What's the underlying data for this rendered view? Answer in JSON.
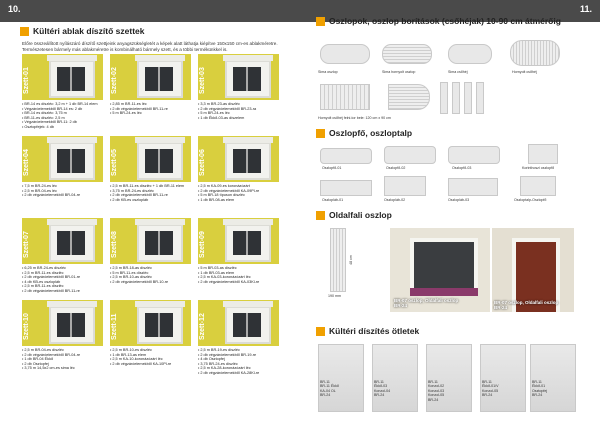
{
  "page_left": "10.",
  "page_right": "11.",
  "left_title": "Kültéri ablak díszítő szettek",
  "intro": "Előre összeállított nyílászáró díszítő szettjeink anyagszükségletét a képek alatt láthatja kiépítve 150x150 cm-es ablakméretre. Természetesen bármely más ablakméretre is kombinálható bármely szett, és a többi termékünkkel is.",
  "sets": [
    {
      "label": "Szett-01",
      "notes": "• BR-14 es díszléc: 3,2 m + 1 db BR-14 elem\n• Végzáróelemekből BR-14 es: 2 db\n• BR-14 es díszléc: 3,75 m\n• BR-11-es díszléc: 2,5 m\n• Végzáróelemekből BR-11: 2 db\n• Osztopfejek: 4 db"
    },
    {
      "label": "Szett-02",
      "notes": "• 2,85 m BR-11-es léc\n• 2 db végzáróelemekből BR-11-re\n• 5 m BR-24-es léc"
    },
    {
      "label": "Szett-03",
      "notes": "• 3,3 m BR-23-as díszléc\n• 2 db végzáróelemekből BR-23-ra\n• 5 m BR-24-es léc\n• 1 db Ékkő-03-as díszelem"
    },
    {
      "label": "Szett-04",
      "notes": "• 7,5 m BR-24-es léc\n• 2,5 m BR-04-es léc\n• 2 db végzáróelemekből BR-04-re"
    },
    {
      "label": "Szett-05",
      "notes": "• 2,5 m BR-11-es díszléc + 1 db BR-11 elem\n• 3,75 m BR-24-es díszléc\n• 2 db végzáróelemekből BR-11-re\n• 2 db KB-es oszlopláb"
    },
    {
      "label": "Szett-06",
      "notes": "• 2,5 m KA-09-es koronázózárt\n• 2 db végzáróelemekből KA-09Pl-re\n• 5 m BR-18 típuson díszléc\n• 1 db BR-08-as elem"
    },
    {
      "label": "Szett-07",
      "notes": "• 6,25 m BR-24-es díszléc\n• 2,5 m BR-11-es díszléc\n• 2 db végzáróelemekből BR-01-re\n• 4 db KB-es oszlopláb\n• 2,5 m BR-11-es díszléc\n• 2 db végzáróelemekből BR-11-re"
    },
    {
      "label": "Szett-08",
      "notes": "• 2,5 m BR-18-as díszléc\n• 5 m BR-11-es díszléc\n• 2,5 m BR-10-as díszléc\n• 2 db végzáróelemekből BR-10-re"
    },
    {
      "label": "Szett-09",
      "notes": "• 5 m BR-03-as díszléc\n• 1 db BR-03-as elem\n• 2,5 m KA-03-koronázózárt léc\n• 2 db végzáróelemekből KA-03Kl-re"
    },
    {
      "label": "Szett-10",
      "notes": "• 2,5 m BR-04-es díszléc\n• 2 db végzáróelemekből BR-04-re\n• 1 db BR-04 Ékkő\n• 2 db Osztopfej\n• 3,75 m 14,5x2 cm-es sima léc"
    },
    {
      "label": "Szett-11",
      "notes": "• 2,5 m BR-10-es díszléc\n• 1 db BR-13-as elem\n• 2,5 m KA-10-koronázózárt léc\n• 2 db végzáróelemekből KA-10Pl-re"
    },
    {
      "label": "Szett-12",
      "notes": "• 2,5 m BR-19-es díszléc\n• 2 db végzáróelemekből BR-19-re\n• 4 db Osztopfej\n• 3,75 BR-24-es díszléc\n• 2,5 m KA-28-koronázózárt léc\n• 2 db végzáróelemekből KA-28Kl-re"
    }
  ],
  "right_title1": "Oszlopok, oszlop borítások (csőhéjak) 10-90 cm átmérőig",
  "columns": [
    "Sima oszlop",
    "Sima hornyolt oszlop",
    "Sima csőhéj",
    "Hornyolt csőhéj"
  ],
  "columns_note": "Hornyolt csőhéj felni-tor bele: 120 cm x 90 cm",
  "right_title2": "Oszlopfő, oszloptalp",
  "capitals": [
    "Oszlopfő-01",
    "Oszlopfő-02",
    "Oszlopfő-03",
    "Korinthoszi oszlopfő",
    "Oszlopláb-01",
    "Oszlopláb-02",
    "Oszlopláb-03",
    "Oszloptalp-Oszlopfő"
  ],
  "right_title3": "Oldalfali oszlop",
  "wall_caption1": "BR-07 oszlop, Oldalfali oszlop\nBR-24",
  "wall_caption2": "BR-07 oszlop, Oldalfali oszlop\nBR-24",
  "dim_h": "48 cm",
  "dim_w": "190 mm",
  "right_title4": "Kültéri díszítés ötletek",
  "ideas": [
    "BR-11\nBR-11 Ékkő\nKA-04 OL\nBR-24",
    "BR-11\nÉkkő-03\nKonzol-04\nBR-24",
    "BR-11\nKonzol-02\nKonzol-03\nKonzol-05\nBR-24",
    "BR-11\nÉkkő-01/V\nKonzol-05\nBR-24",
    "BR-11\nÉkkő-01\nOsztopfej\nBR-24"
  ],
  "colors": {
    "accent": "#f0a000",
    "header": "#4a4a4a",
    "panel": "#d9cf3e"
  }
}
